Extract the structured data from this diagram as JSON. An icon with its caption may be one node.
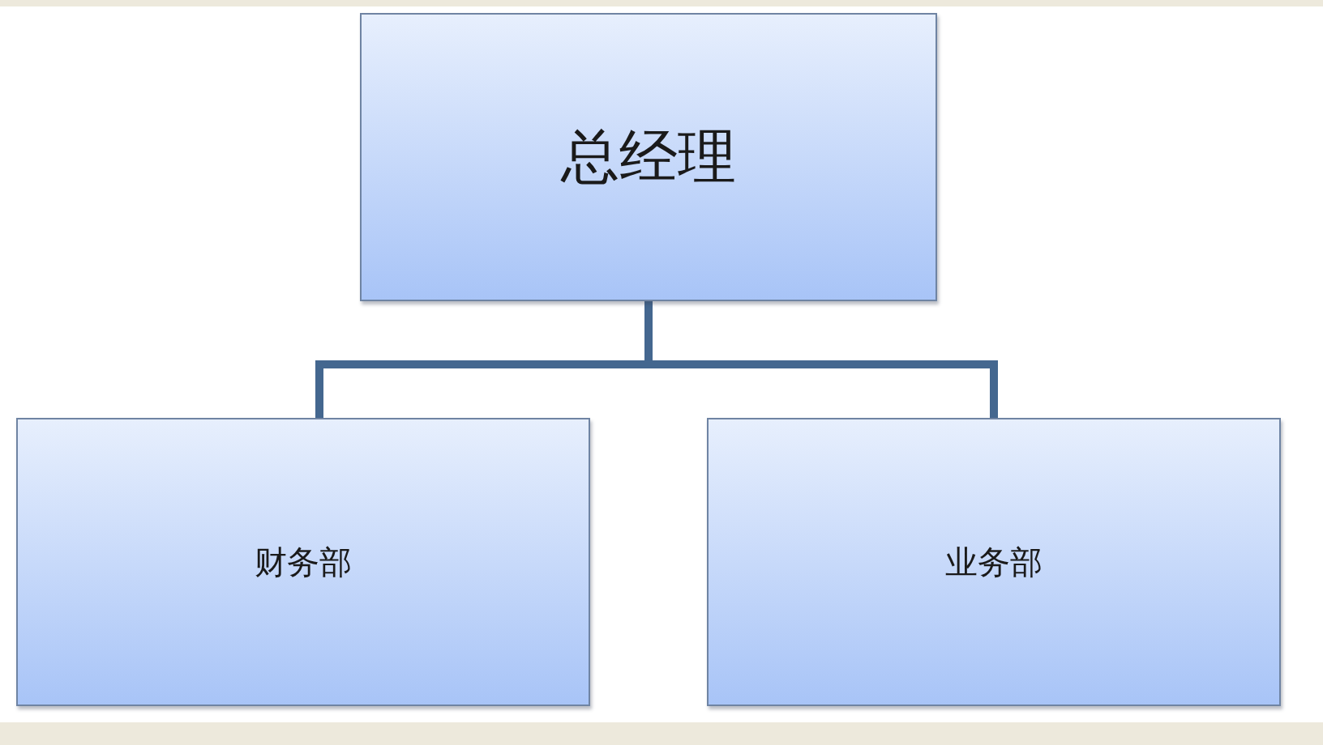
{
  "diagram": {
    "nodes": [
      {
        "text": [
          "总经理"
        ]
      },
      {
        "text": [
          "财务部"
        ]
      },
      {
        "text": [
          "业务部"
        ]
      }
    ],
    "edges": [
      {
        "from": 0,
        "to": 1,
        "arrow": "none"
      },
      {
        "from": 0,
        "to": 2,
        "arrow": "none"
      }
    ]
  }
}
